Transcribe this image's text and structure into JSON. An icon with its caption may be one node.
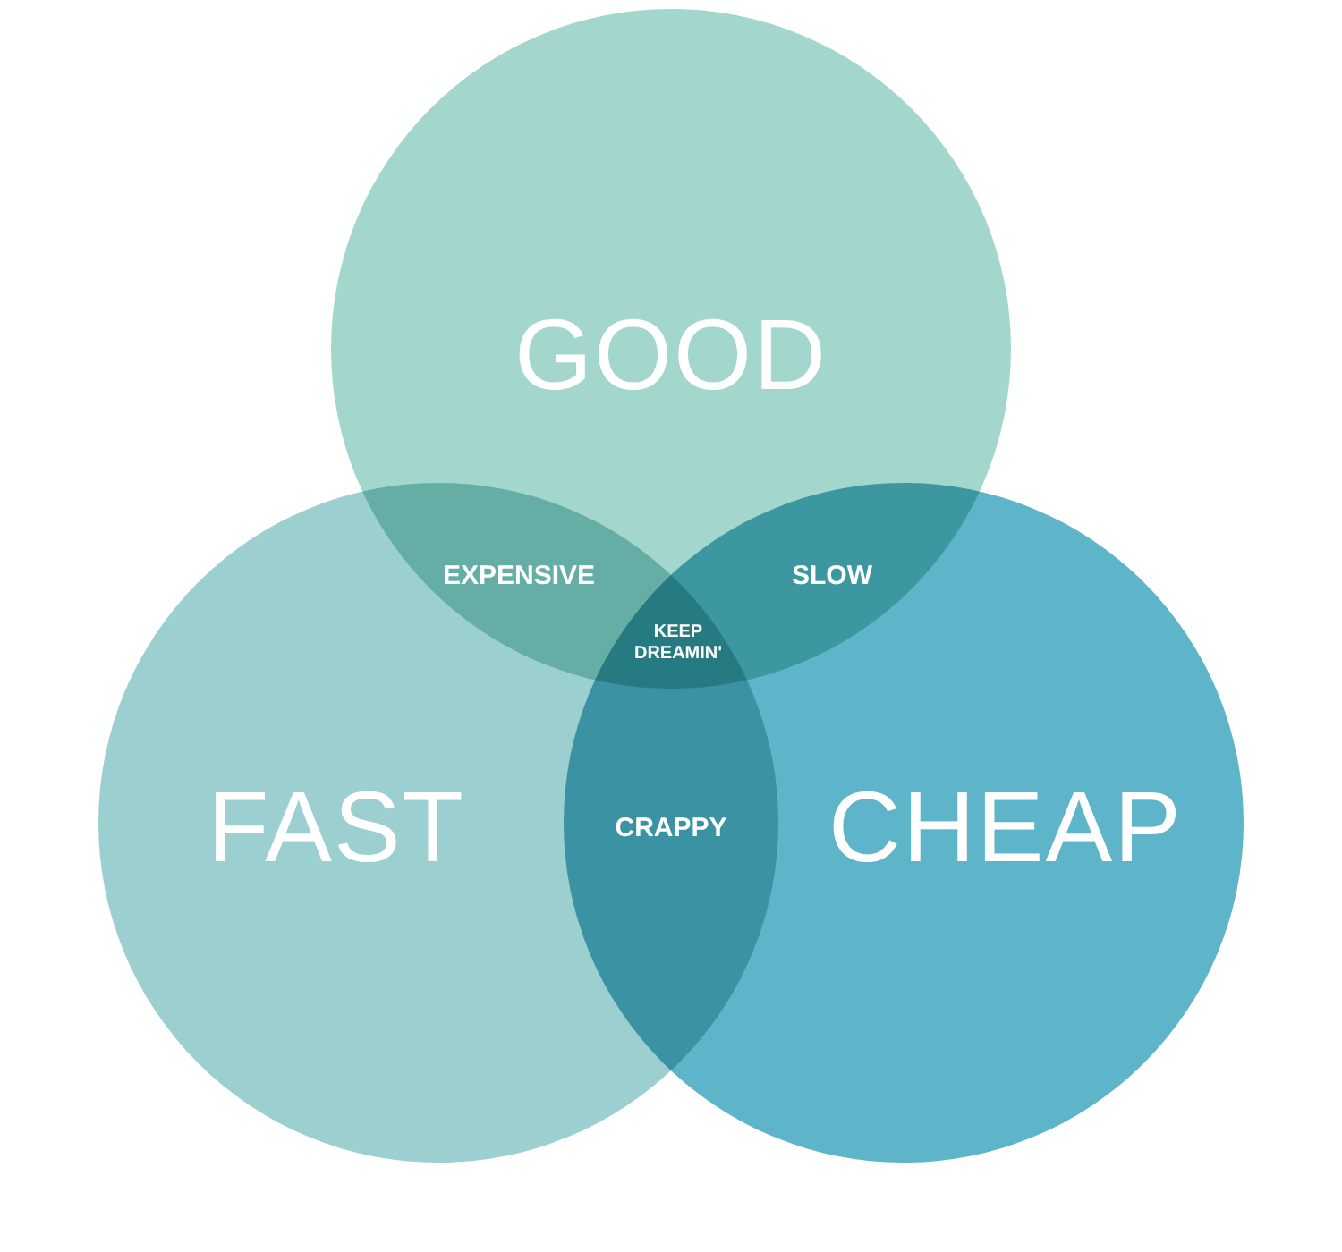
{
  "diagram": {
    "nodes": [
      {
        "text": [
          "GOOD"
        ]
      },
      {
        "text": [
          "FAST"
        ]
      },
      {
        "text": [
          "CHEAP"
        ]
      }
    ],
    "edges": [],
    "labels": [
      "EXPENSIVE",
      "SLOW",
      "KEEP DREAMIN'",
      "CRAPPY"
    ]
  }
}
